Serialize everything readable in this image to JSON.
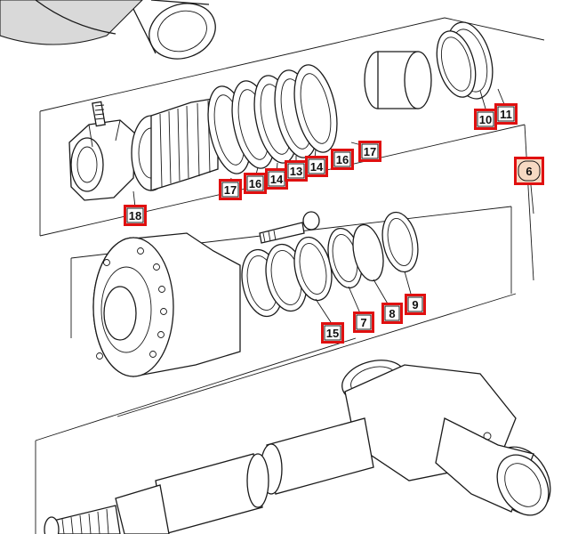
{
  "callouts": [
    {
      "id": "c-6",
      "label": "6",
      "highlight": true
    },
    {
      "id": "c-10",
      "label": "10"
    },
    {
      "id": "c-11",
      "label": "11"
    },
    {
      "id": "c-17a",
      "label": "17"
    },
    {
      "id": "c-16a",
      "label": "16"
    },
    {
      "id": "c-14a",
      "label": "14"
    },
    {
      "id": "c-13",
      "label": "13"
    },
    {
      "id": "c-14b",
      "label": "14"
    },
    {
      "id": "c-16b",
      "label": "16"
    },
    {
      "id": "c-17b",
      "label": "17"
    },
    {
      "id": "c-18",
      "label": "18"
    },
    {
      "id": "c-15",
      "label": "15"
    },
    {
      "id": "c-7",
      "label": "7"
    },
    {
      "id": "c-8",
      "label": "8"
    },
    {
      "id": "c-9",
      "label": "9"
    }
  ],
  "colors": {
    "callout_border": "#e01010",
    "callout_highlight_fill": "#f6d9c2",
    "line": "#1a1a1a"
  }
}
